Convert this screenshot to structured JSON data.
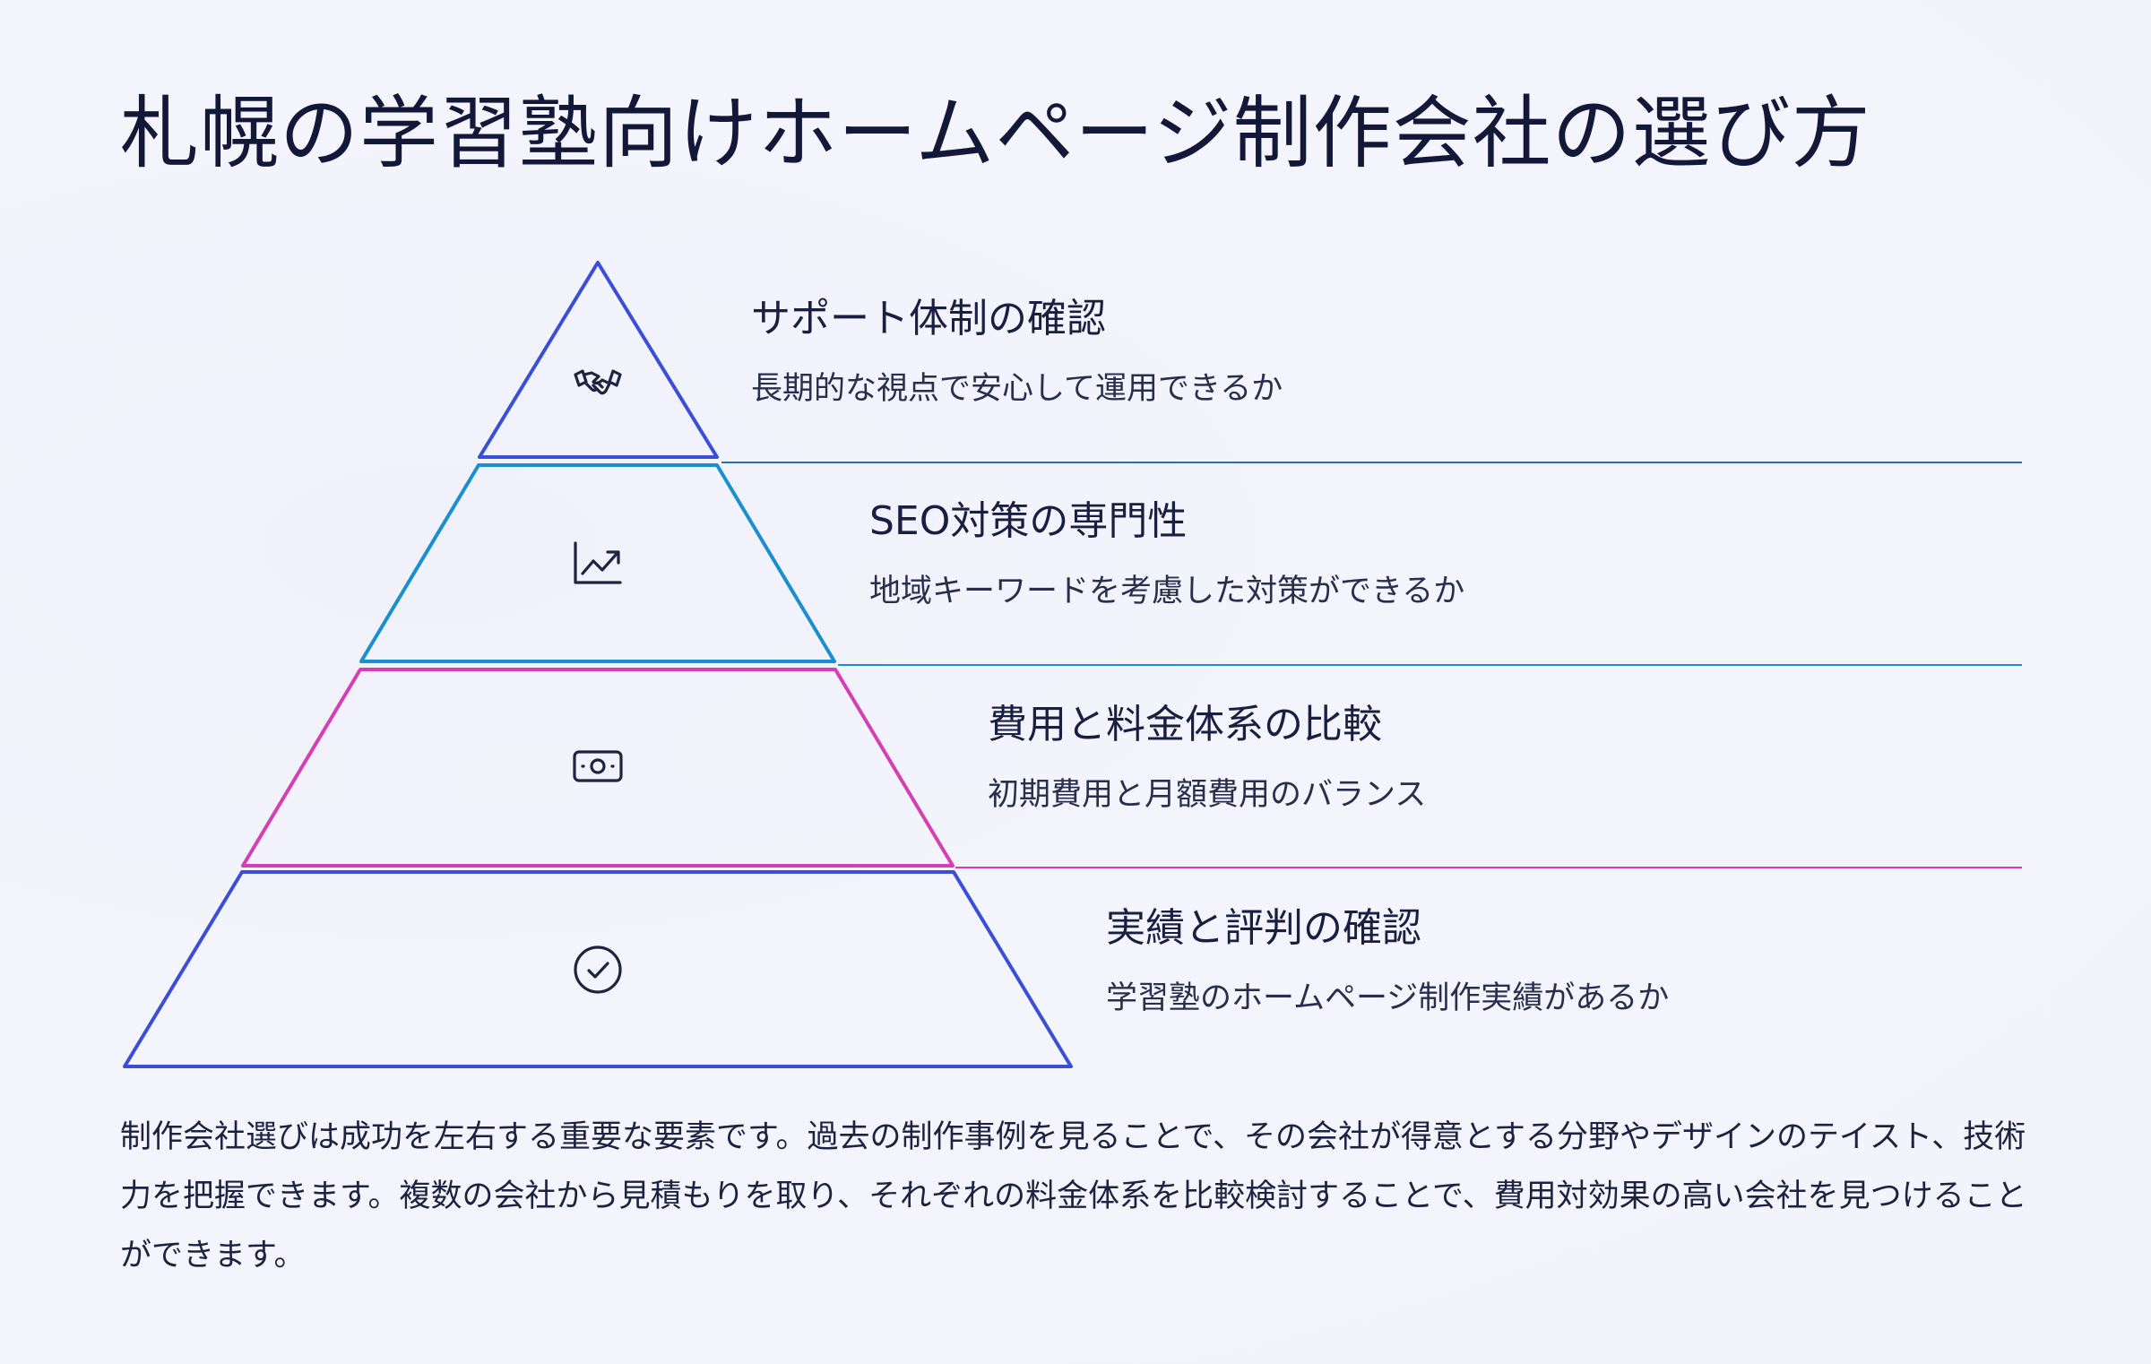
{
  "title": "札幌の学習塾向けホームページ制作会社の選び方",
  "tiers": [
    {
      "title": "サポート体制の確認",
      "desc": "長期的な視点で安心して運用できるか",
      "icon": "handshake-icon",
      "color": "#3b4ed8"
    },
    {
      "title": "SEO対策の専門性",
      "desc": "地域キーワードを考慮した対策ができるか",
      "icon": "chart-up-icon",
      "color": "#1a8fd0"
    },
    {
      "title": "費用と料金体系の比較",
      "desc": "初期費用と月額費用のバランス",
      "icon": "money-icon",
      "color": "#d43fb4"
    },
    {
      "title": "実績と評判の確認",
      "desc": "学習塾のホームページ制作実績があるか",
      "icon": "check-circle-icon",
      "color": "#3b4ed8"
    }
  ],
  "body": "制作会社選びは成功を左右する重要な要素です。過去の制作事例を見ることで、その会社が得意とする分野やデザインのテイスト、技術力を把握できます。複数の会社から見積もりを取り、それぞれの料金体系を比較検討することで、費用対効果の高い会社を見つけることができます。"
}
